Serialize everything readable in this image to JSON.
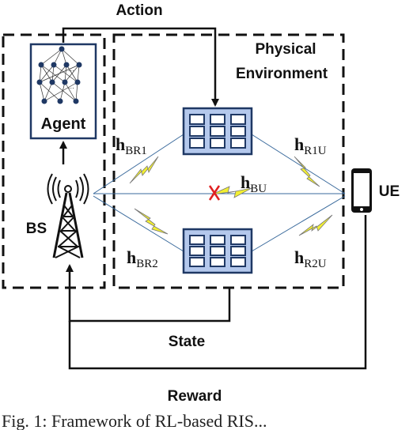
{
  "labels": {
    "action": "Action",
    "physical_environment_line1": "Physical",
    "physical_environment_line2": "Environment",
    "agent": "Agent",
    "bs": "BS",
    "ue": "UE",
    "state": "State",
    "reward": "Reward"
  },
  "channels": {
    "br1": {
      "main": "h",
      "sub": "BR1"
    },
    "r1u": {
      "main": "h",
      "sub": "R1U"
    },
    "bu": {
      "main": "h",
      "sub": "BU"
    },
    "br2": {
      "main": "h",
      "sub": "BR2"
    },
    "r2u": {
      "main": "h",
      "sub": "R2U"
    }
  },
  "caption": "Fig. 1: Framework of RL-based RIS...",
  "colors": {
    "ris_fill": "#b4c8ec",
    "ris_border": "#1f3864",
    "lightning": "#f2ef32",
    "lightning_stroke": "#777777",
    "blocked_mark": "#e02020",
    "agent_border": "#1f3864"
  },
  "icons": {
    "agent": "neural-network-icon",
    "bs": "antenna-tower-icon",
    "ue": "smartphone-icon",
    "ris": "ris-panel-icon",
    "blocked": "x-mark-icon"
  }
}
